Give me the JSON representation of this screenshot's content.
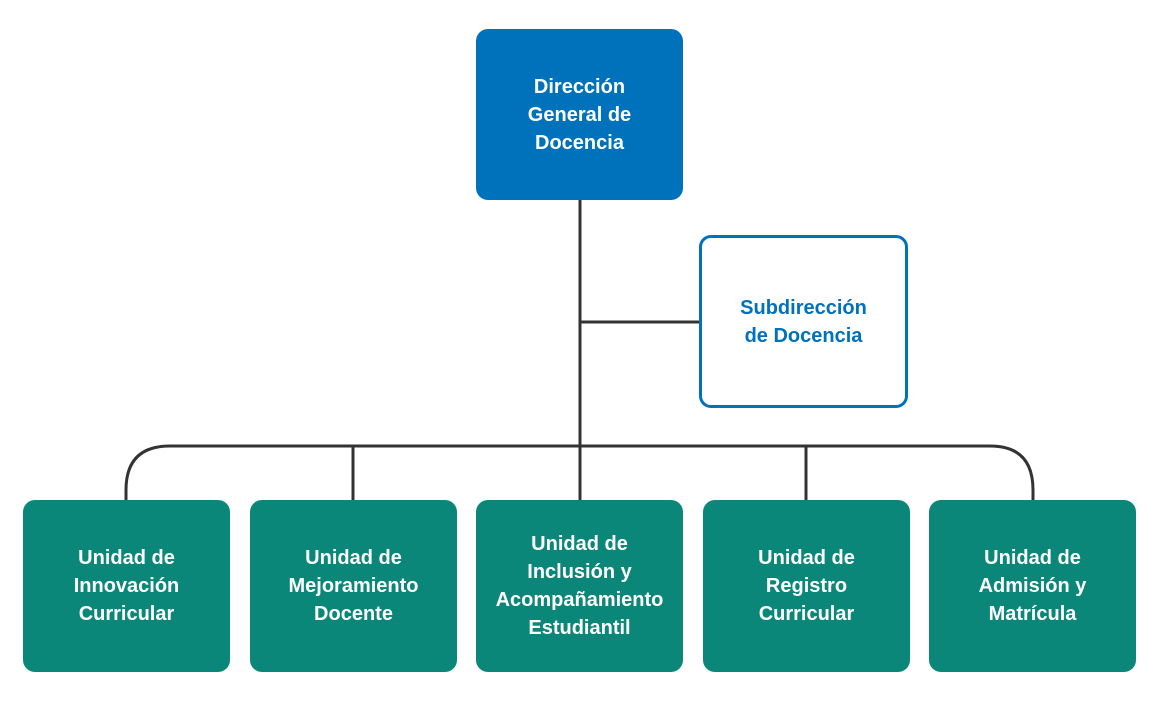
{
  "colors": {
    "director_fill": "#0071bb",
    "subdirector_border": "#0071bb",
    "unit_fill": "#0b8779",
    "connector": "#333333"
  },
  "direccion": {
    "label": "Dirección\nGeneral de\nDocencia"
  },
  "subdireccion": {
    "label": "Subdirección\nde Docencia"
  },
  "unidades": [
    {
      "label": "Unidad de\nInnovación\nCurricular"
    },
    {
      "label": "Unidad de\nMejoramiento\nDocente"
    },
    {
      "label": "Unidad de\nInclusión y\nAcompañamiento\nEstudiantil"
    },
    {
      "label": "Unidad de\nRegistro\nCurricular"
    },
    {
      "label": "Unidad de\nAdmisión y\nMatrícula"
    }
  ]
}
